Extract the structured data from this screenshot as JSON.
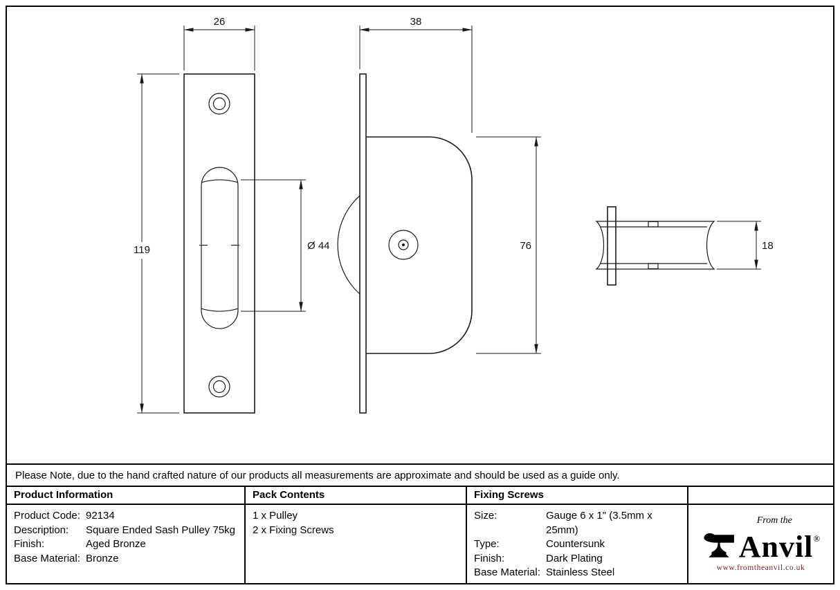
{
  "drawing": {
    "dims": {
      "front_width": "26",
      "side_width": "38",
      "front_height": "119",
      "wheel_diameter": "Ø 44",
      "housing_height": "76",
      "wheel_thickness": "18"
    }
  },
  "note": "Please Note, due to the hand crafted nature of our products all measurements are approximate and should be used as a guide only.",
  "tables": {
    "product_info": {
      "header": "Product Information",
      "rows": [
        {
          "label": "Product Code:",
          "value": "92134"
        },
        {
          "label": "Description:",
          "value": "Square Ended Sash Pulley 75kg"
        },
        {
          "label": "Finish:",
          "value": "Aged Bronze"
        },
        {
          "label": "Base Material:",
          "value": "Bronze"
        }
      ]
    },
    "pack_contents": {
      "header": "Pack Contents",
      "items": [
        "1 x Pulley",
        "2 x Fixing Screws"
      ]
    },
    "fixing_screws": {
      "header": "Fixing Screws",
      "rows": [
        {
          "label": "Size:",
          "value": "Gauge 6 x 1\" (3.5mm x 25mm)"
        },
        {
          "label": "Type:",
          "value": "Countersunk"
        },
        {
          "label": "Finish:",
          "value": "Dark Plating"
        },
        {
          "label": "Base Material:",
          "value": "Stainless Steel"
        }
      ]
    }
  },
  "logo": {
    "from_the": "From the",
    "brand": "Anvil",
    "registered": "®",
    "url": "www.fromtheanvil.co.uk",
    "url_color": "#7a1d1d"
  }
}
